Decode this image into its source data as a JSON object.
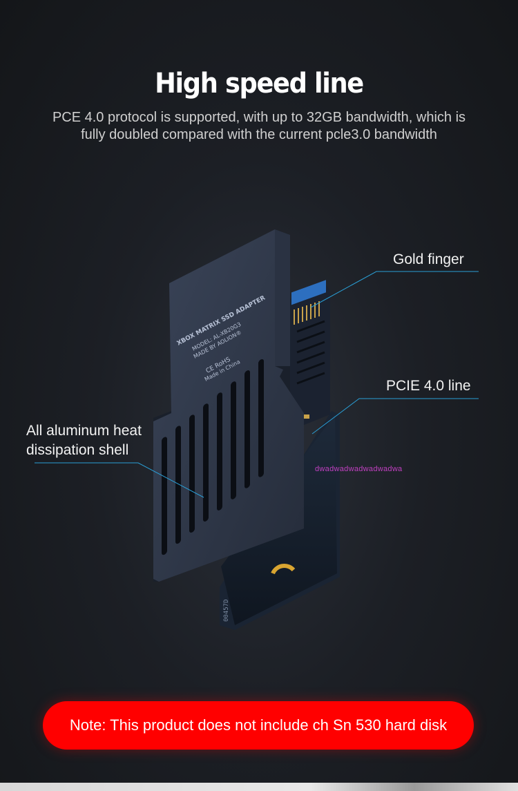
{
  "header": {
    "title": "High speed line",
    "subtitle": "PCE 4.0 protocol is supported, with up to 32GB bandwidth, which is fully doubled compared with the current pcle3.0 bandwidth"
  },
  "device": {
    "product_name": "XBOX MATRIX SSD ADAPTER",
    "model": "MODEL: AL-XB20G3",
    "maker": "MADE BY AOLION®",
    "cert": "CE RoHS",
    "origin": "Made in China",
    "pcb_code": "00457D"
  },
  "callouts": {
    "gold_finger": "Gold finger",
    "pcie_line": "PCIE 4.0 line",
    "aluminum_shell": "All aluminum heat dissipation shell"
  },
  "watermark": "dwadwadwadwadwadwa",
  "note": "Note: This product does not include ch Sn 530 hard disk",
  "colors": {
    "background": "#1c1f25",
    "shell": "#2c3445",
    "note_bg": "#ff0000",
    "callout_line": "#2a9fd6"
  }
}
